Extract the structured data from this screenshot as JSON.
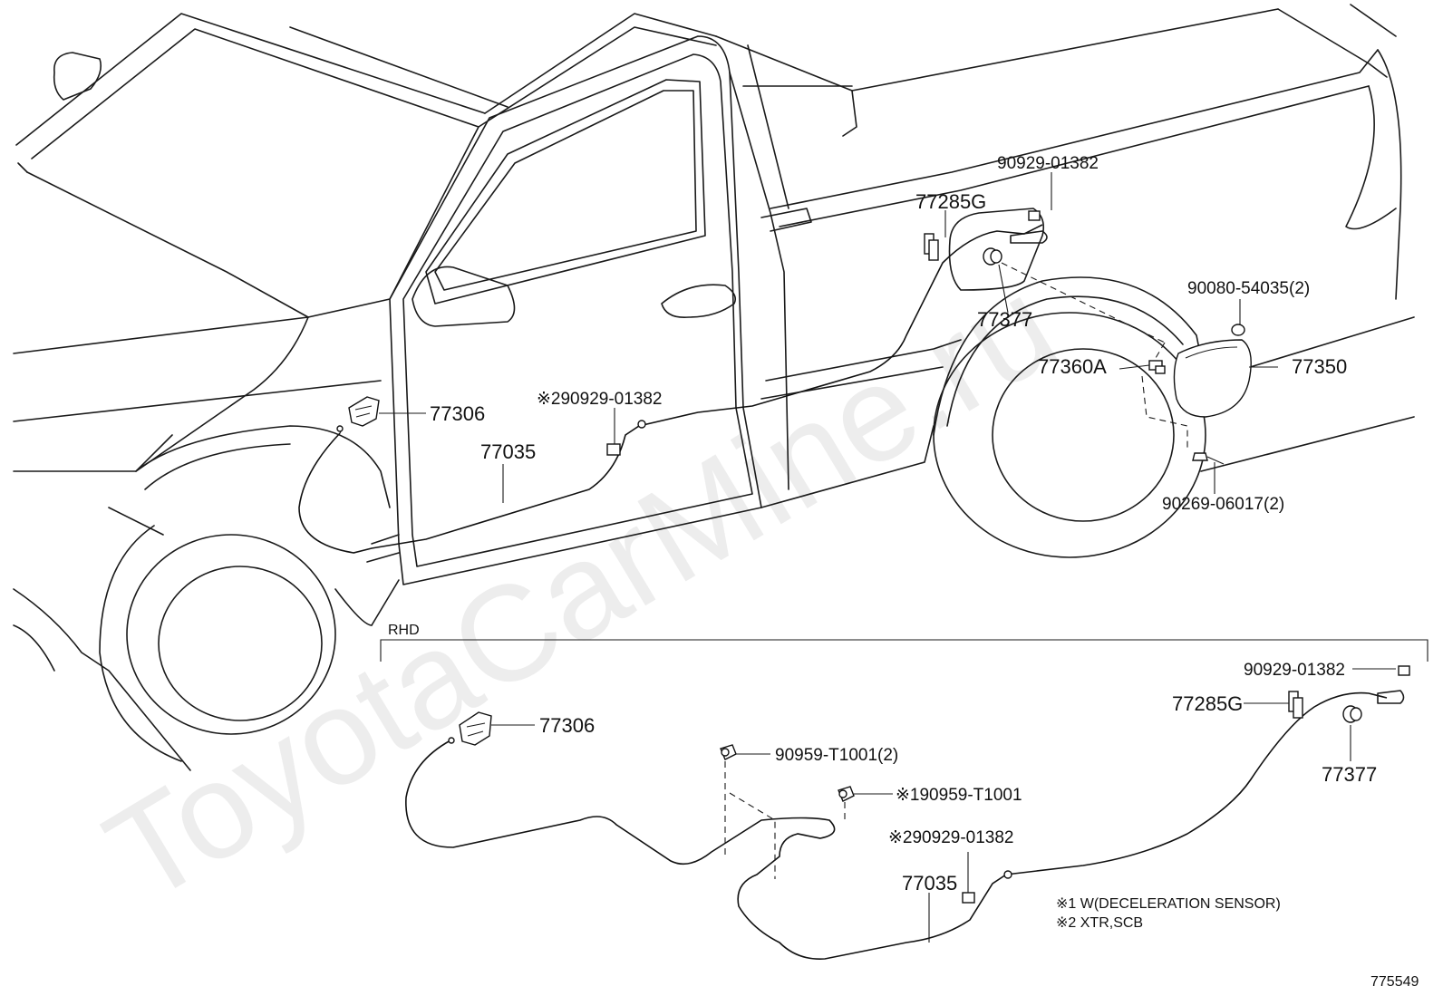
{
  "watermark": "ToyotaCarMine.ru",
  "region_label": "RHD",
  "figure_number": "775549",
  "labels": {
    "p_90929_top": "90929-01382",
    "p_77285g_top": "77285G",
    "p_77377_top": "77377",
    "p_90080": "90080-54035(2)",
    "p_77360a": "77360A",
    "p_77350": "77350",
    "p_90269": "90269-06017(2)",
    "p_77306_top": "77306",
    "p_77035_top": "77035",
    "p_90929_x2_top": "※290929-01382",
    "p_90929_rhd": "90929-01382",
    "p_77285g_rhd": "77285G",
    "p_77377_rhd": "77377",
    "p_77306_rhd": "77306",
    "p_90959_rhd": "90959-T1001(2)",
    "p_90959_x1_rhd": "※190959-T1001",
    "p_90929_x2_rhd": "※290929-01382",
    "p_77035_rhd": "77035"
  },
  "notes": [
    "※1 W(DECELERATION SENSOR)",
    "※2 XTR,SCB"
  ]
}
